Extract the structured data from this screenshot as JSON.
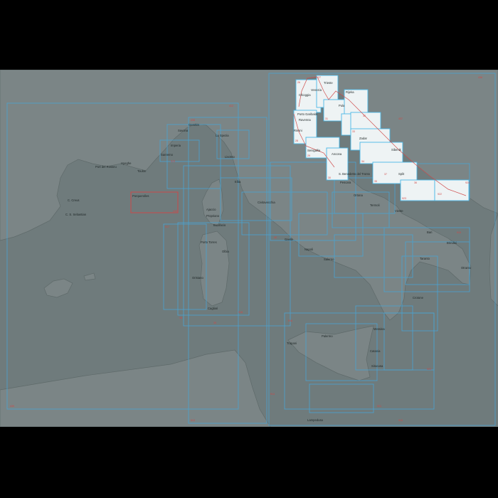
{
  "map": {
    "colors": {
      "sea": "#6f7b7c",
      "land": "#7b8586",
      "chart_frame": "#4aa3d0",
      "highlight_frame": "#c84a4a",
      "covered_chart_fill": "#eef3f4"
    },
    "places": [
      "Port del Rosseu",
      "Hyeghe",
      "Toulon",
      "C. Creus",
      "C. S. Sebastian",
      "Genova",
      "Savona",
      "Imperia",
      "Sanremo",
      "La Spezia",
      "Livorno",
      "Porquerolles",
      "Ajaccio",
      "Propriano",
      "Bonifacio",
      "Porto Torres",
      "Olbia",
      "Oristano",
      "Cagliari",
      "Venezia",
      "Chioggia",
      "Trieste",
      "Rijeka",
      "Pula",
      "Ravenna",
      "Rimini",
      "Ancona",
      "Zadar",
      "Sibenik",
      "Split",
      "Pescara",
      "Ortona",
      "Termoli",
      "Vieste",
      "Bari",
      "Brindisi",
      "Otranto",
      "Napoli",
      "Salerno",
      "Palermo",
      "Trapani",
      "Messina",
      "Catania",
      "Siracusa",
      "Lampedusa",
      "Civitavecchia",
      "Gaeta",
      "Taranto",
      "Crotone",
      "Elba",
      "Porto Garibaldi",
      "Senigallia",
      "S. Benedetto del Tronto"
    ],
    "chart_numbers": [
      "412",
      "435",
      "436",
      "437",
      "438",
      "439",
      "913",
      "914",
      "915",
      "916",
      "917",
      "918",
      "919",
      "920",
      "921",
      "922",
      "923",
      "924",
      "925",
      "26",
      "27",
      "28",
      "29",
      "30",
      "31",
      "32",
      "33",
      "34",
      "35",
      "36",
      "37",
      "38",
      "39",
      "40"
    ]
  }
}
